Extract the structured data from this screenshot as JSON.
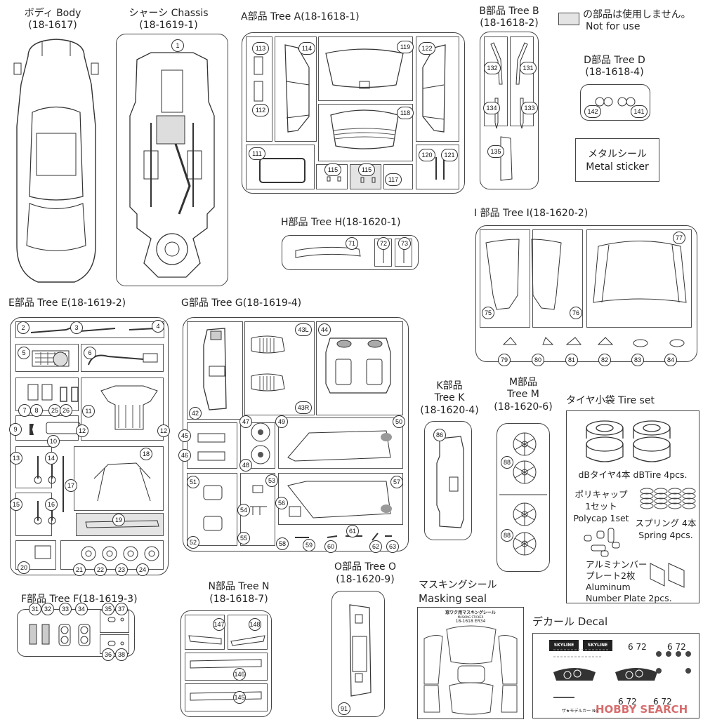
{
  "legend": {
    "jp": "の部品は使用しません。",
    "en": "Not for use",
    "swatch_color": "#e4e4e4"
  },
  "groups": {
    "body": {
      "title": "ボディ Body",
      "code": "(18-1617)"
    },
    "chassis": {
      "title": "シャーシ Chassis",
      "code": "(18-1619-1)",
      "parts": [
        "1"
      ]
    },
    "treeA": {
      "title": "A部品 Tree A(18-1618-1)",
      "parts": [
        "113",
        "114",
        "119",
        "122",
        "112",
        "118",
        "111",
        "115",
        "115",
        "117",
        "120",
        "121"
      ]
    },
    "treeB": {
      "title": "B部品 Tree B",
      "code": "(18-1618-2)",
      "parts": [
        "132",
        "131",
        "134",
        "133",
        "135"
      ]
    },
    "treeD": {
      "title": "D部品 Tree D",
      "code": "(18-1618-4)",
      "parts": [
        "142",
        "141"
      ]
    },
    "metal": {
      "jp": "メタルシール",
      "en": "Metal sticker"
    },
    "treeH": {
      "title": "H部品 Tree H(18-1620-1)",
      "parts": [
        "71",
        "72",
        "73"
      ]
    },
    "treeI": {
      "title": "I 部品 Tree I(18-1620-2)",
      "parts": [
        "77",
        "75",
        "76",
        "79",
        "80",
        "81",
        "82",
        "83",
        "84"
      ]
    },
    "treeE": {
      "title": "E部品 Tree E(18-1619-2)",
      "parts": [
        "2",
        "3",
        "4",
        "5",
        "6",
        "7",
        "8",
        "25",
        "26",
        "11",
        "9",
        "10",
        "12",
        "12",
        "13",
        "14",
        "18",
        "17",
        "15",
        "16",
        "19",
        "20",
        "21",
        "22",
        "23",
        "24"
      ]
    },
    "treeG": {
      "title": "G部品 Tree G(18-1619-4)",
      "parts": [
        "43L",
        "44",
        "43R",
        "42",
        "47",
        "49",
        "50",
        "45",
        "46",
        "48",
        "51",
        "53",
        "57",
        "56",
        "54",
        "52",
        "55",
        "58",
        "59",
        "60",
        "61",
        "62",
        "63"
      ]
    },
    "treeK": {
      "title1": "K部品",
      "title2": "Tree K",
      "code": "(18-1620-4)",
      "parts": [
        "86"
      ]
    },
    "treeM": {
      "title1": "M部品",
      "title2": "Tree M",
      "code": "(18-1620-6)",
      "parts": [
        "88",
        "88"
      ]
    },
    "tireset": {
      "title": "タイヤ小袋 Tire set",
      "tire": "dBタイヤ4本 dBTire 4pcs.",
      "polycap_jp1": "ポリキャップ",
      "polycap_jp2": "1セット",
      "polycap_en": "Polycap 1set",
      "spring_jp": "スプリング 4本",
      "spring_en": "Spring 4pcs.",
      "plate_jp1": "アルミナンバー",
      "plate_jp2": "プレート2枚",
      "plate_en1": "Aluminum",
      "plate_en2": "Number Plate 2pcs."
    },
    "treeF": {
      "title": "F部品 Tree F(18-1619-3)",
      "parts": [
        "31",
        "32",
        "33",
        "34",
        "35",
        "37",
        "36",
        "38"
      ]
    },
    "treeN": {
      "title": "N部品 Tree N",
      "code": "(18-1618-7)",
      "parts": [
        "147",
        "148",
        "146",
        "145"
      ]
    },
    "treeO": {
      "title": "O部品 Tree O",
      "code": "(18-1620-9)",
      "parts": [
        "91"
      ]
    },
    "masking": {
      "jp": "マスキングシール",
      "en": "Masking seal",
      "sheet_title": "窓ワク用マスキングシール",
      "sheet_sub": "MASKING STICKER",
      "sheet_code": "18-1618 ER34"
    },
    "decal": {
      "title": "デカール Decal",
      "brand": "SKYLINE",
      "plate": "6 72",
      "footer": "ザ★モデルカー No."
    }
  },
  "watermark": "HOBBY SEARCH"
}
